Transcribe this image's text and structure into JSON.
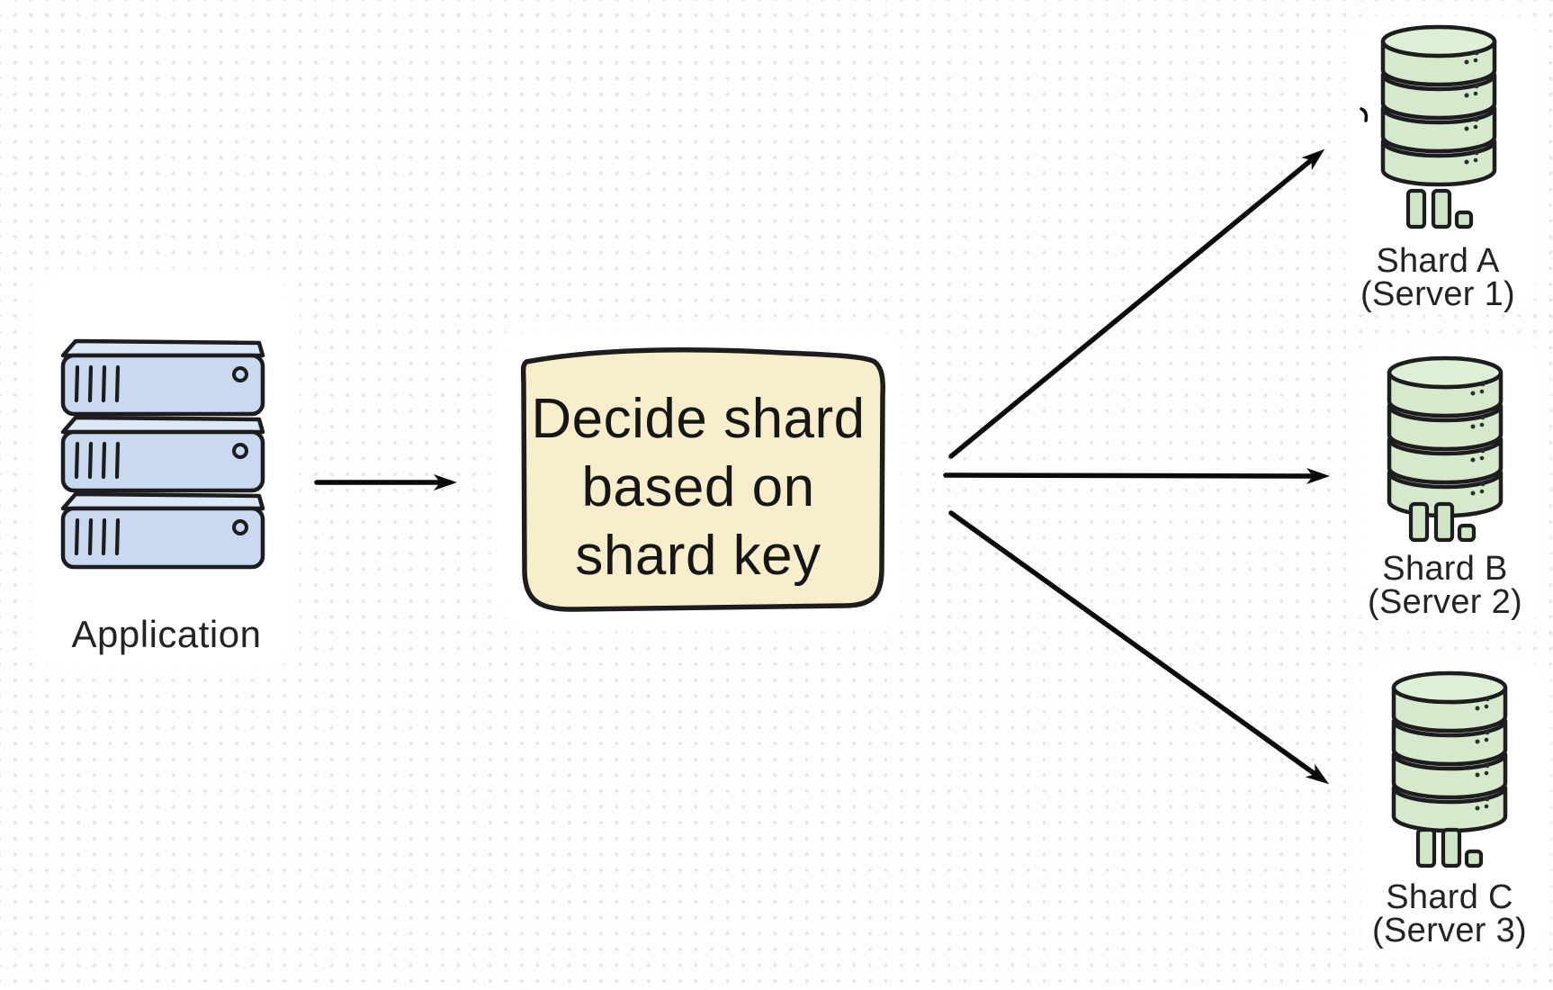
{
  "colors": {
    "outline": "#1d1d1f",
    "app-fill": "#c9d9f0",
    "app-top": "#dde8f6",
    "router-fill": "#f8eecb",
    "db-fill": "#d5eacd",
    "db-top": "#ddf0d6",
    "bar-fill": "#cfe7c6",
    "arrow": "#0a0a0a",
    "dot": "#e3e3e7",
    "text": "#222326"
  },
  "application": {
    "label": "Application"
  },
  "router": {
    "lines": [
      "Decide shard",
      "based on",
      "shard key"
    ]
  },
  "shards": [
    {
      "name": "Shard A",
      "server": "(Server 1)"
    },
    {
      "name": "Shard B",
      "server": "(Server 2)"
    },
    {
      "name": "Shard C",
      "server": "(Server 3)"
    }
  ]
}
